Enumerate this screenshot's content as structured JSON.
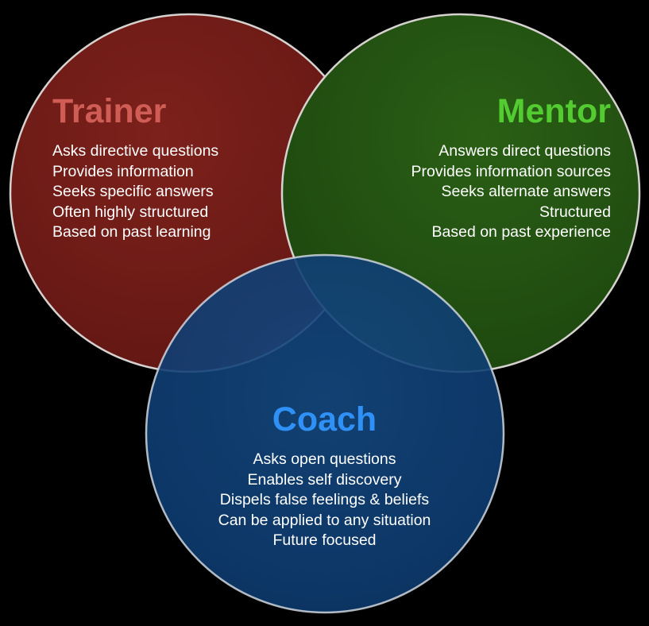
{
  "diagram": {
    "type": "venn-3-circle",
    "background_color": "#000000",
    "circle_border_color": "#d9d9d9",
    "groups": [
      {
        "id": "trainer",
        "title": "Trainer",
        "title_color": "#cf5d55",
        "fill_color": "#6b1a16",
        "align": "left",
        "items": [
          "Asks directive questions",
          "Provides information",
          "Seeks specific answers",
          "Often highly structured",
          "Based on past learning"
        ]
      },
      {
        "id": "mentor",
        "title": "Mentor",
        "title_color": "#53cc31",
        "fill_color": "#214e11",
        "align": "right",
        "items": [
          "Answers direct questions",
          "Provides information sources",
          "Seeks alternate answers",
          "Structured",
          "Based on past experience"
        ]
      },
      {
        "id": "coach",
        "title": "Coach",
        "title_color": "#2f90f6",
        "fill_color": "#0e3d72",
        "align": "center",
        "items": [
          "Asks open questions",
          "Enables self discovery",
          "Dispels false feelings & beliefs",
          "Can be applied to any situation",
          "Future focused"
        ]
      }
    ]
  }
}
